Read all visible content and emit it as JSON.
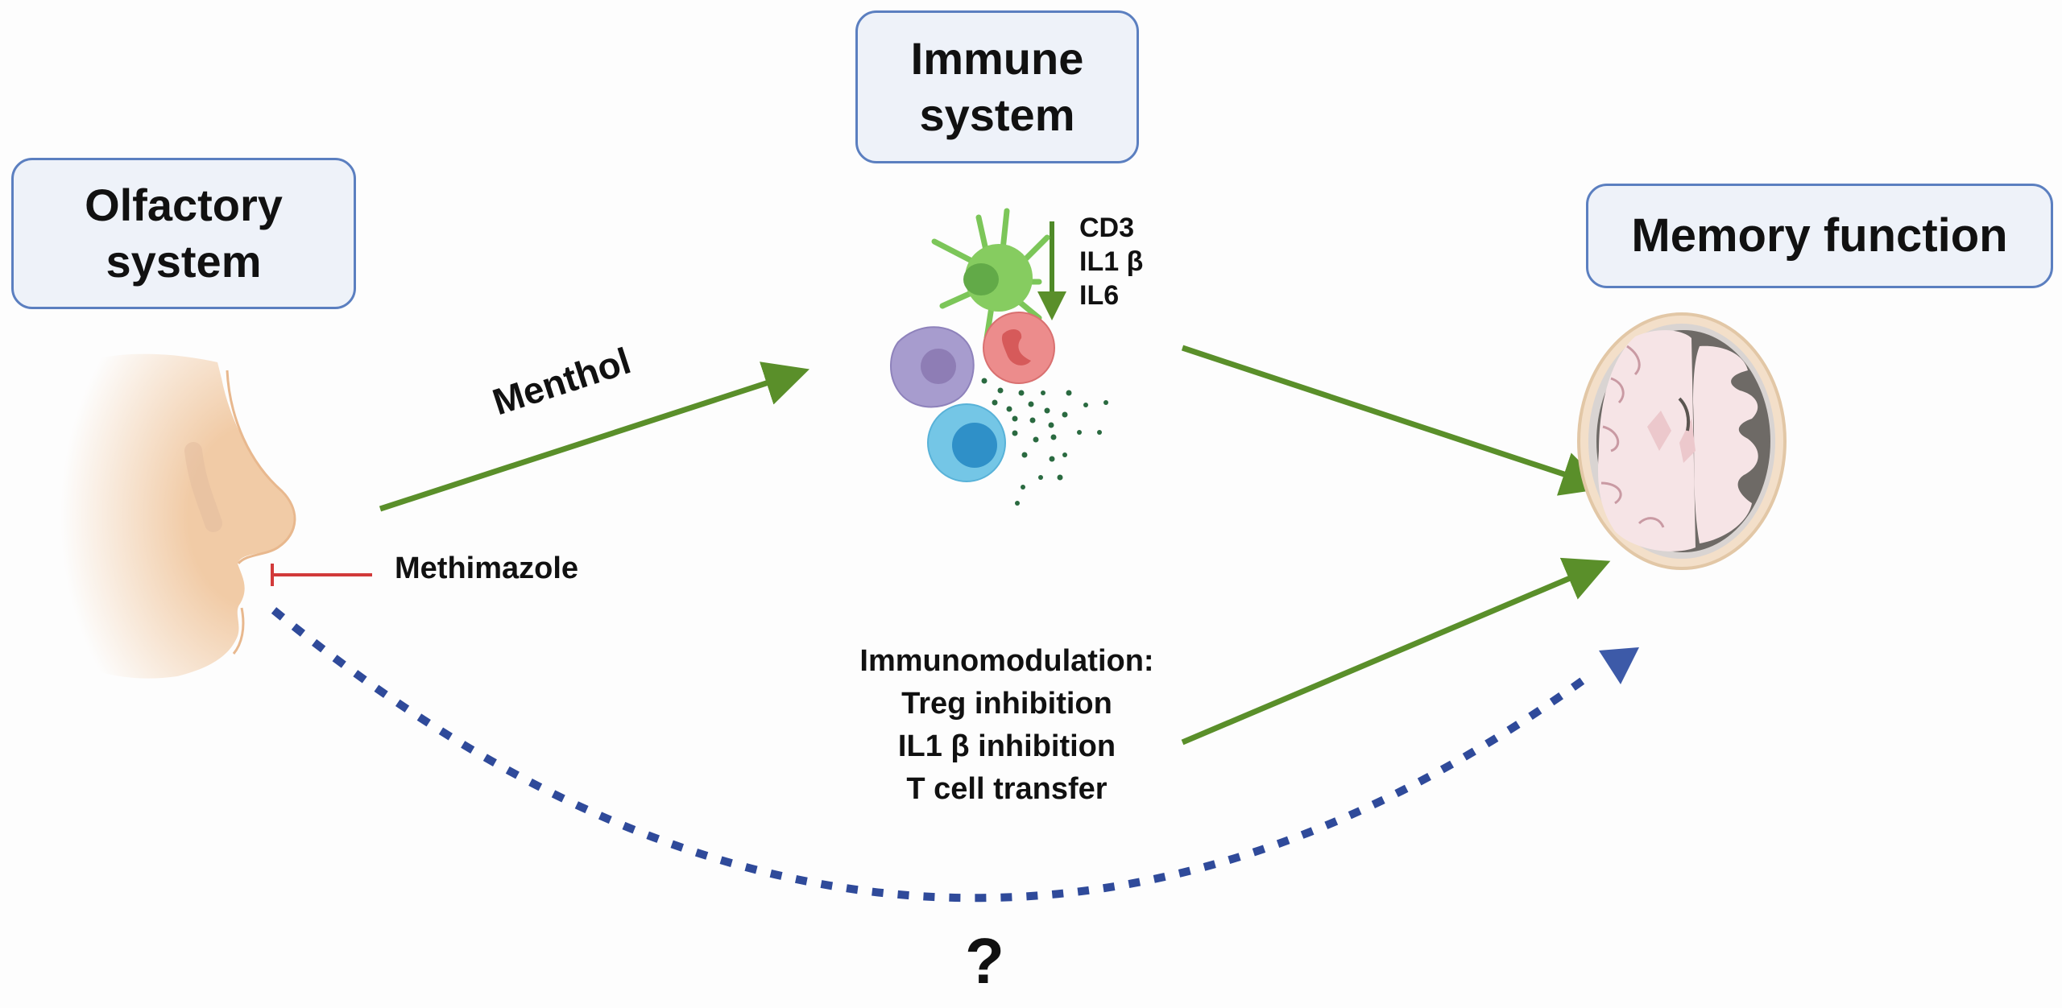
{
  "nodes": {
    "olfactory": {
      "line1": "Olfactory",
      "line2": "system"
    },
    "immune": {
      "line1": "Immune",
      "line2": "system"
    },
    "memory": {
      "label": "Memory function"
    }
  },
  "labels": {
    "menthol": "Menthol",
    "methimazole": "Methimazole",
    "markers": [
      "CD3",
      "IL1 β",
      "IL6"
    ],
    "markers_direction": "decrease",
    "immunomodulation": [
      "Immunomodulation:",
      "Treg inhibition",
      "IL1 β inhibition",
      "T cell transfer"
    ],
    "question": "?"
  },
  "colors": {
    "box_border": "#5b7fc0",
    "box_fill": "#eef2f9",
    "activation_arrow": "#5a8f2a",
    "inhibition": "#d23a3a",
    "unknown_path": "#2f4a9a",
    "skin": "#f1cba6",
    "brain_tissue": "#f6e4e6",
    "brain_csf": "#6e6a66"
  },
  "edges": [
    {
      "from": "olfactory",
      "to": "immune",
      "label": "Menthol",
      "type": "activation"
    },
    {
      "from": "immune",
      "to": "memory",
      "type": "activation"
    },
    {
      "from": "immunomodulation",
      "to": "memory",
      "type": "activation"
    },
    {
      "from": "methimazole",
      "to": "olfactory",
      "type": "inhibition"
    },
    {
      "from": "olfactory",
      "to": "memory",
      "label": "?",
      "type": "unknown-dashed"
    }
  ]
}
